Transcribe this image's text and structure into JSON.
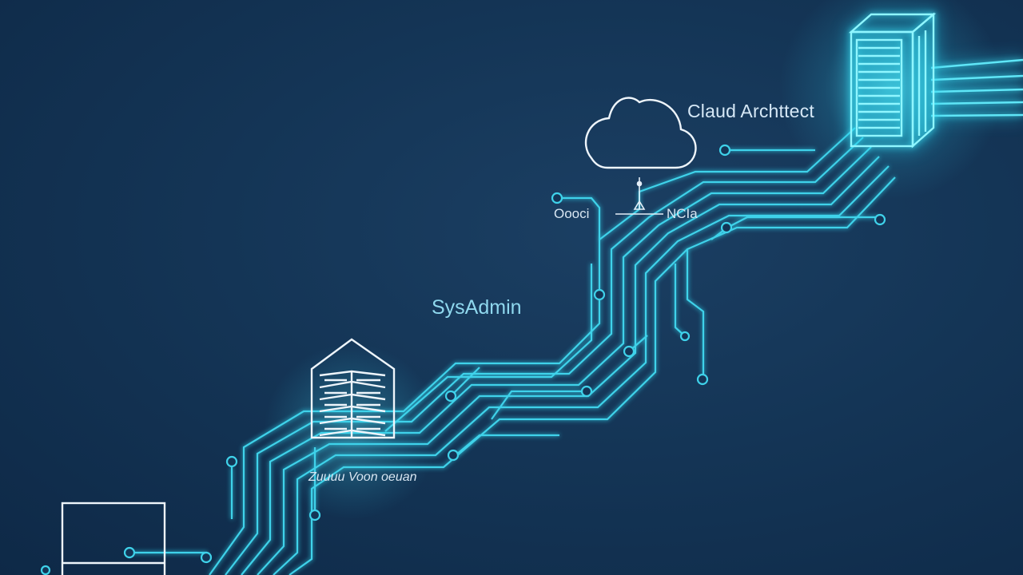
{
  "diagram": {
    "labels": {
      "cloud_architect": "Claud Archttect",
      "sysadmin": "SysAdmin",
      "cloud_left": "Oooci",
      "cloud_right": "NCIa",
      "bottom_server": "Ζuuuu Voon oeuan"
    },
    "icons": {
      "top": "server-rack-icon",
      "middle": "server-house-icon",
      "cloud": "cloud-icon",
      "bottom": "monitor-icon"
    },
    "colors": {
      "background": "#143556",
      "trace": "#3fd2ea",
      "trace_bright": "#7ff2ff",
      "outline": "#e9f3fb",
      "text": "#d6e8f6"
    }
  }
}
